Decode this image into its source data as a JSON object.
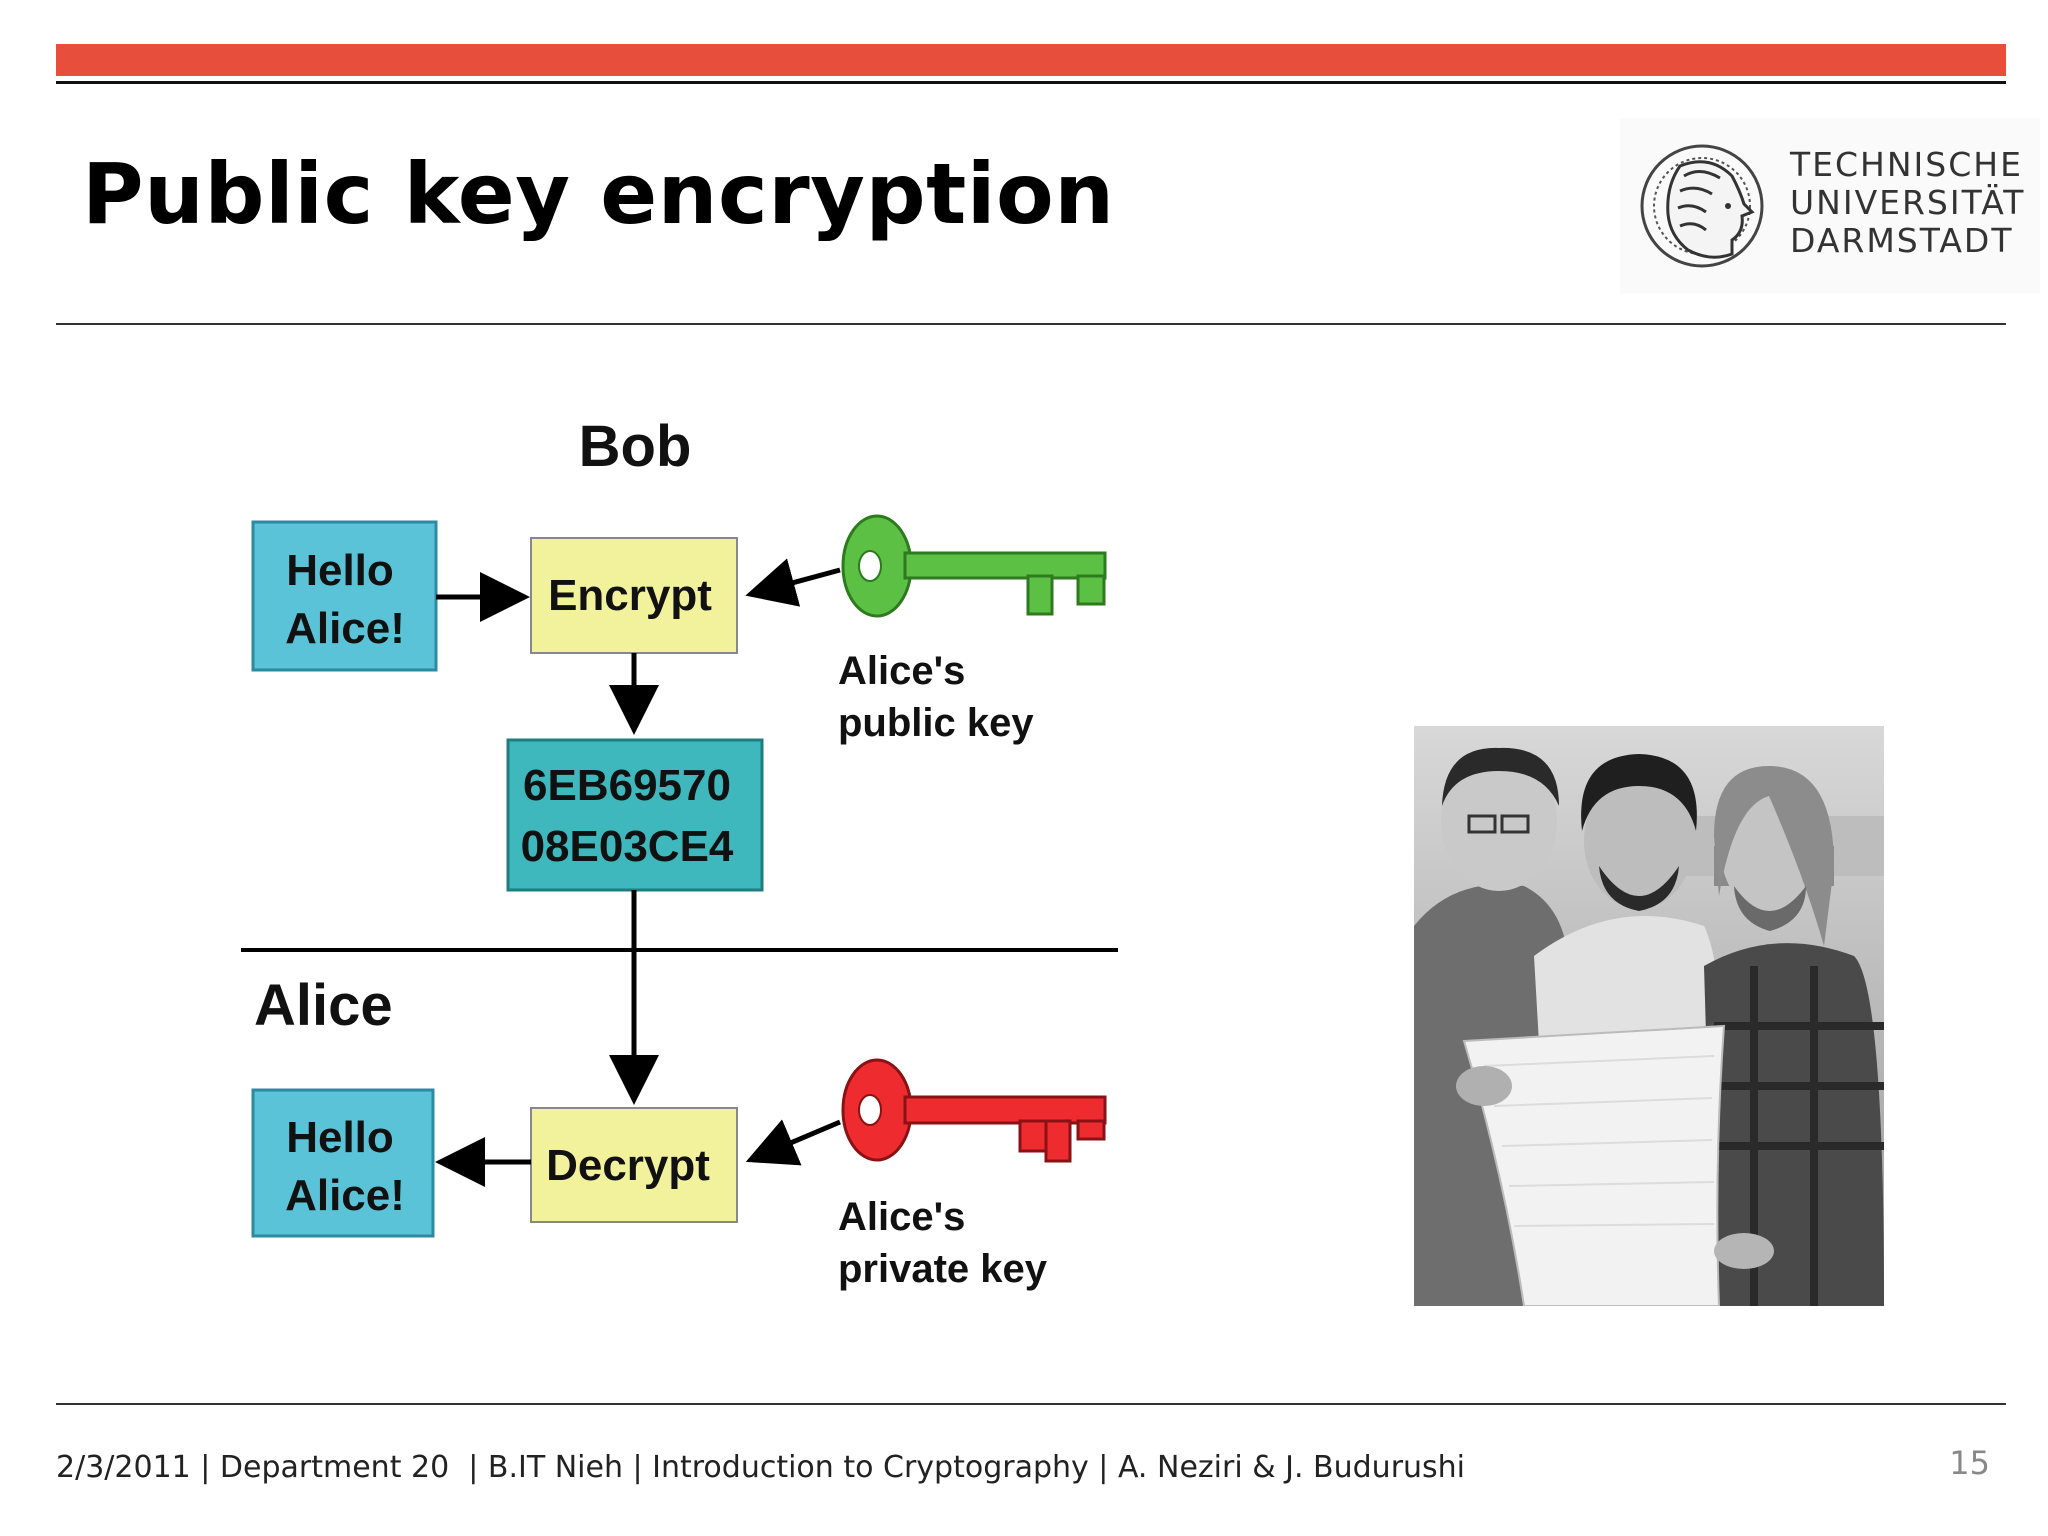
{
  "slide": {
    "title": "Public key encryption",
    "accent_color": "#e84e3c",
    "page_number": "15"
  },
  "logo": {
    "line1": "TECHNISCHE",
    "line2": "UNIVERSITÄT",
    "line3": "DARMSTADT",
    "icon": "athena-head-seal"
  },
  "diagram": {
    "bob_label": "Bob",
    "alice_label": "Alice",
    "plaintext_top": [
      "Hello",
      "Alice!"
    ],
    "encrypt_label": "Encrypt",
    "ciphertext": [
      "6EB69570",
      "08E03CE4"
    ],
    "decrypt_label": "Decrypt",
    "plaintext_bottom": [
      "Hello",
      "Alice!"
    ],
    "public_key_label": [
      "Alice's",
      "public key"
    ],
    "private_key_label": [
      "Alice's",
      "private key"
    ],
    "public_key_color": "#5bc044",
    "private_key_color": "#ee2b2f",
    "plaintext_box_color": "#5bc3d8",
    "process_box_color": "#f3f29c",
    "cipher_box_color": "#3fb8bd"
  },
  "photo": {
    "subject": "three-men-reviewing-document-photo"
  },
  "footer": {
    "text": "2/3/2011 | Department 20  | B.IT Nieh | Introduction to Cryptography | A. Neziri & J. Budurushi"
  }
}
